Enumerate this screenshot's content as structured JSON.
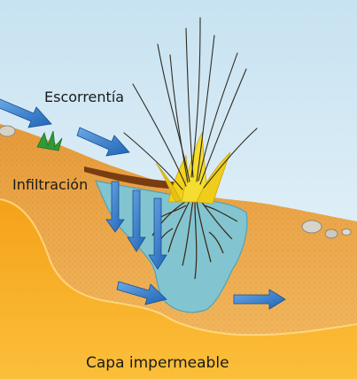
{
  "labels": {
    "runoff": "Escorrentía",
    "infiltration": "Infiltración",
    "impermeable_layer": "Capa impermeable"
  },
  "colors": {
    "sky": "#cfe6f2",
    "topsoil": "#e39a3f",
    "soil": "#f0b35a",
    "impermeable": "#f5a21c",
    "water": "#7cc6d6",
    "arrow": "#2f7fd0",
    "grass": "#f2d21a"
  }
}
